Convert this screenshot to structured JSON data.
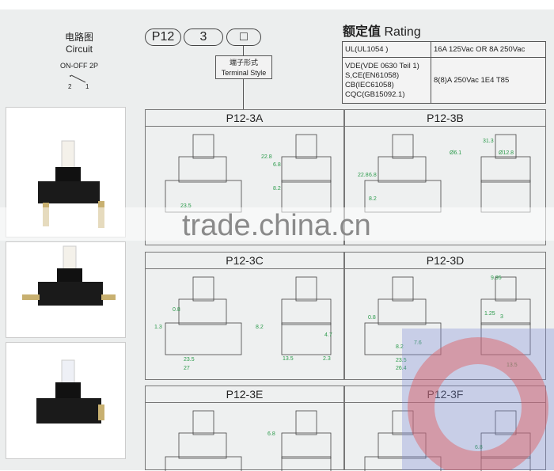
{
  "circuit": {
    "title_cn": "电路图",
    "title_en": "Circuit",
    "type": "ON-OFF 2P",
    "pin_left": "2",
    "pin_right": "1"
  },
  "part_code": {
    "series": "P12",
    "number": "3",
    "suffix": "□"
  },
  "terminal": {
    "label_cn": "端子形式",
    "label_en": "Terminal Style"
  },
  "rating": {
    "title_cn": "额定值",
    "title_en": "Rating",
    "rows": [
      {
        "standards": [
          "UL(UL1054 )"
        ],
        "value": "16A 125Vac OR 8A 250Vac"
      },
      {
        "standards": [
          "VDE(VDE 0630 Teil 1)",
          "S,CE(EN61058)",
          "CB(IEC61058)",
          "CQC(GB15092.1)"
        ],
        "value": "8(8)A 250Vac 1E4 T85"
      }
    ]
  },
  "panels": [
    {
      "title": "P12-3A",
      "dims": [
        "22.8",
        "6.8",
        "8.2",
        "23.5"
      ]
    },
    {
      "title": "P12-3B",
      "dims": [
        "22.8",
        "6.8",
        "8.2",
        "31.3",
        "Ø6.1",
        "Ø12.8"
      ]
    },
    {
      "title": "P12-3C",
      "dims": [
        "0.8",
        "1.3",
        "8.2",
        "23.5",
        "27",
        "4.7",
        "13.5",
        "2.3"
      ]
    },
    {
      "title": "P12-3D",
      "dims": [
        "0.8",
        "9.95",
        "1.25",
        "3",
        "8.2",
        "7.6",
        "23.5",
        "26.4",
        "13.5"
      ]
    },
    {
      "title": "P12-3E",
      "dims": [
        "6.8"
      ]
    },
    {
      "title": "P12-3F",
      "dims": [
        "6.8"
      ]
    }
  ],
  "watermark": "trade.china.cn",
  "colors": {
    "dimension": "#2a9a4a",
    "background": "#eceeee",
    "logo_red": "#e05a5a",
    "logo_blue": "#8090d8"
  }
}
